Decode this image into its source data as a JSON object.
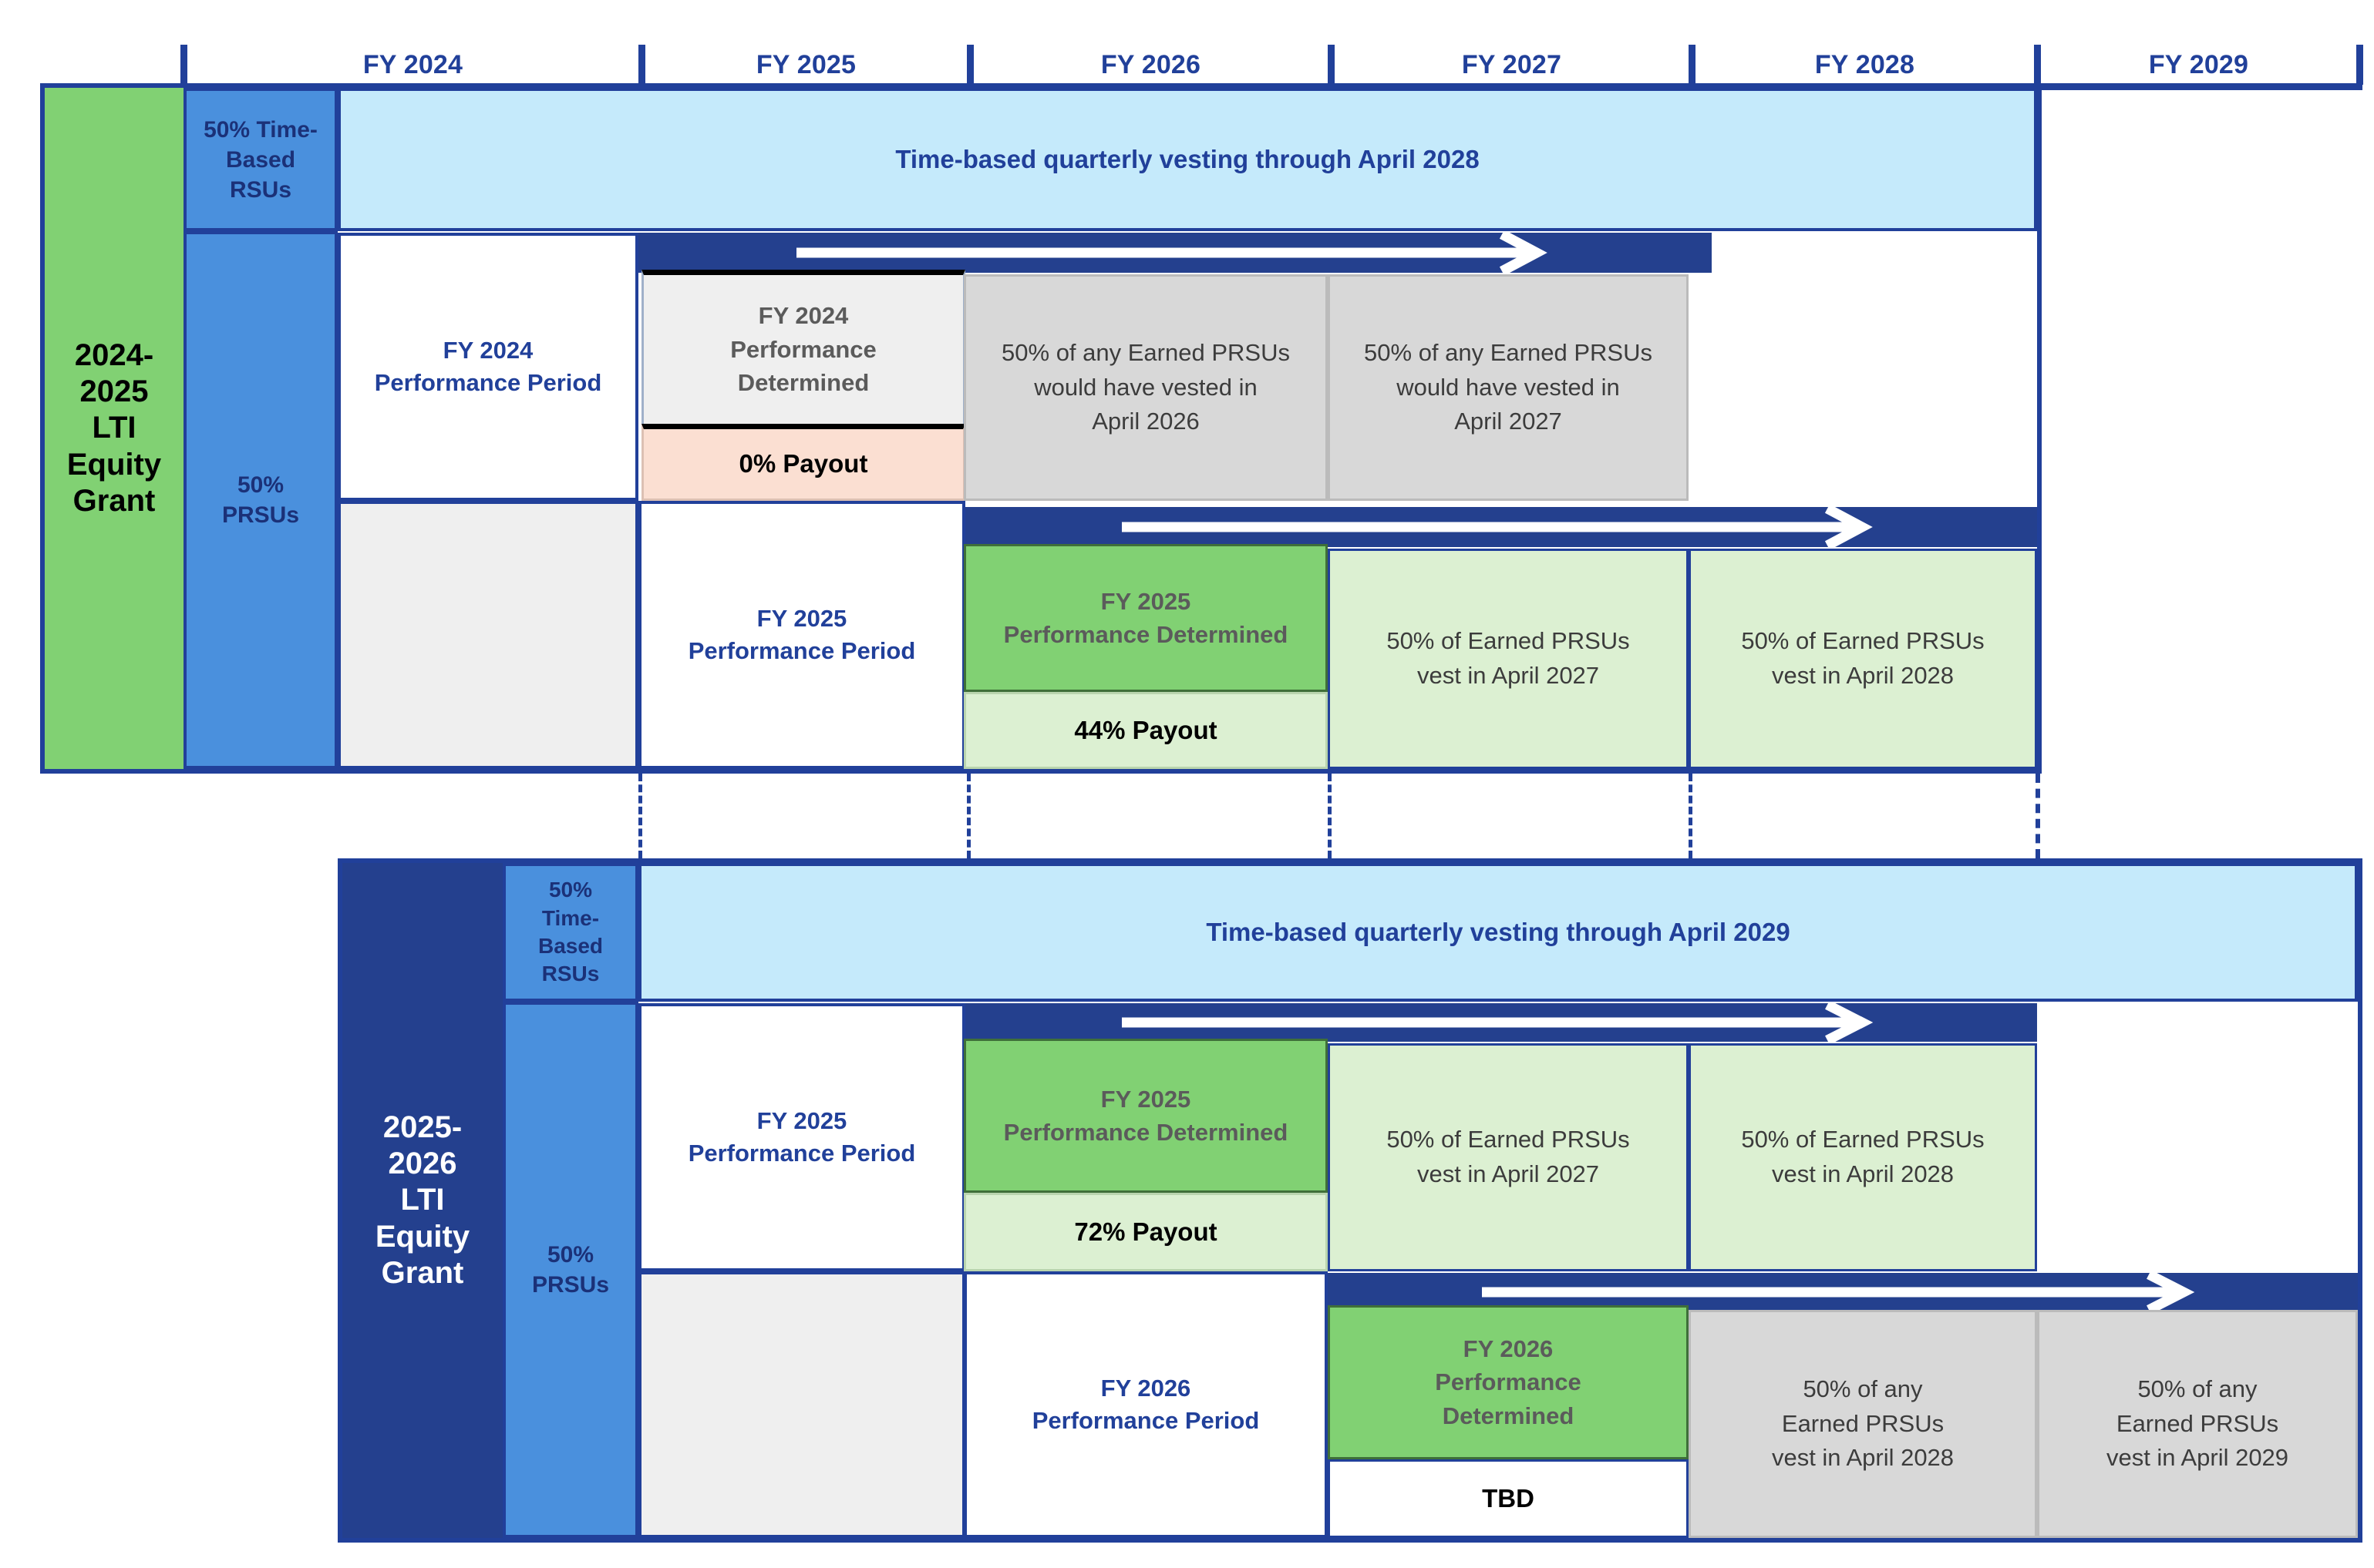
{
  "header": {
    "columns": [
      {
        "label": "FY 2024"
      },
      {
        "label": "FY 2025"
      },
      {
        "label": "FY 2026"
      },
      {
        "label": "FY 2027"
      },
      {
        "label": "FY 2028"
      },
      {
        "label": "FY 2029"
      }
    ]
  },
  "colors": {
    "navy": "#21409A",
    "navy_dark": "#24408E",
    "blue_mid": "#4A90DD",
    "light_blue": "#C5EAFB",
    "green": "#81D173",
    "light_green": "#DCF0D2",
    "grey": "#D8D8D8",
    "grey_light": "#EFEFEF",
    "peach": "#FBDFD2",
    "white": "#FFFFFF"
  },
  "grants": [
    {
      "id": "grant-2024-2025",
      "title": "2024-\n2025\nLTI\nEquity\nGrant",
      "title_lines": [
        "2024-",
        "2025",
        "LTI",
        "Equity",
        "Grant"
      ],
      "rsu_label_lines": [
        "50% Time-",
        "Based",
        "RSUs"
      ],
      "prsu_label_lines": [
        "50%",
        "PRSUs"
      ],
      "time_vesting_text": "Time-based quarterly vesting through April 2028",
      "tranches": [
        {
          "performance_period": "FY 2024\nPerformance Period",
          "performance_period_lines": [
            "FY 2024",
            "Performance Period"
          ],
          "determined_lines": [
            "FY 2024",
            "Performance",
            "Determined"
          ],
          "determined_style": "grey",
          "payout": "0% Payout",
          "payout_style": "peach",
          "outcomes": [
            {
              "lines": [
                "50% of any Earned PRSUs",
                "would have vested in",
                "April 2026"
              ],
              "style": "grey"
            },
            {
              "lines": [
                "50% of any Earned PRSUs",
                "would have vested in",
                "April 2027"
              ],
              "style": "grey"
            }
          ]
        },
        {
          "performance_period": "FY 2025\nPerformance Period",
          "performance_period_lines": [
            "FY 2025",
            "Performance Period"
          ],
          "determined_lines": [
            "FY 2025",
            "Performance Determined"
          ],
          "determined_style": "green",
          "payout": "44% Payout",
          "payout_style": "light-green",
          "outcomes": [
            {
              "lines": [
                "50% of Earned PRSUs",
                "vest in April 2027"
              ],
              "style": "light-green"
            },
            {
              "lines": [
                "50% of Earned PRSUs",
                "vest in April 2028"
              ],
              "style": "light-green"
            }
          ]
        }
      ]
    },
    {
      "id": "grant-2025-2026",
      "title": "2025-\n2026\nLTI\nEquity\nGrant",
      "title_lines": [
        "2025-",
        "2026",
        "LTI",
        "Equity",
        "Grant"
      ],
      "rsu_label_lines": [
        "50%",
        "Time-",
        "Based",
        "RSUs"
      ],
      "prsu_label_lines": [
        "50%",
        "PRSUs"
      ],
      "time_vesting_text": "Time-based quarterly vesting through April 2029",
      "tranches": [
        {
          "performance_period": "FY 2025\nPerformance Period",
          "performance_period_lines": [
            "FY 2025",
            "Performance Period"
          ],
          "determined_lines": [
            "FY 2025",
            "Performance Determined"
          ],
          "determined_style": "green",
          "payout": "72% Payout",
          "payout_style": "light-green",
          "outcomes": [
            {
              "lines": [
                "50% of Earned PRSUs",
                "vest in April 2027"
              ],
              "style": "light-green"
            },
            {
              "lines": [
                "50% of Earned PRSUs",
                "vest in April 2028"
              ],
              "style": "light-green"
            }
          ]
        },
        {
          "performance_period": "FY 2026\nPerformance Period",
          "performance_period_lines": [
            "FY 2026",
            "Performance Period"
          ],
          "determined_lines": [
            "FY 2026",
            "Performance",
            "Determined"
          ],
          "determined_style": "green",
          "payout": "TBD",
          "payout_style": "white",
          "outcomes": [
            {
              "lines": [
                "50% of any",
                "Earned PRSUs",
                "vest in April 2028"
              ],
              "style": "grey"
            },
            {
              "lines": [
                "50% of any",
                "Earned PRSUs",
                "vest in April 2029"
              ],
              "style": "grey"
            }
          ]
        }
      ]
    }
  ]
}
